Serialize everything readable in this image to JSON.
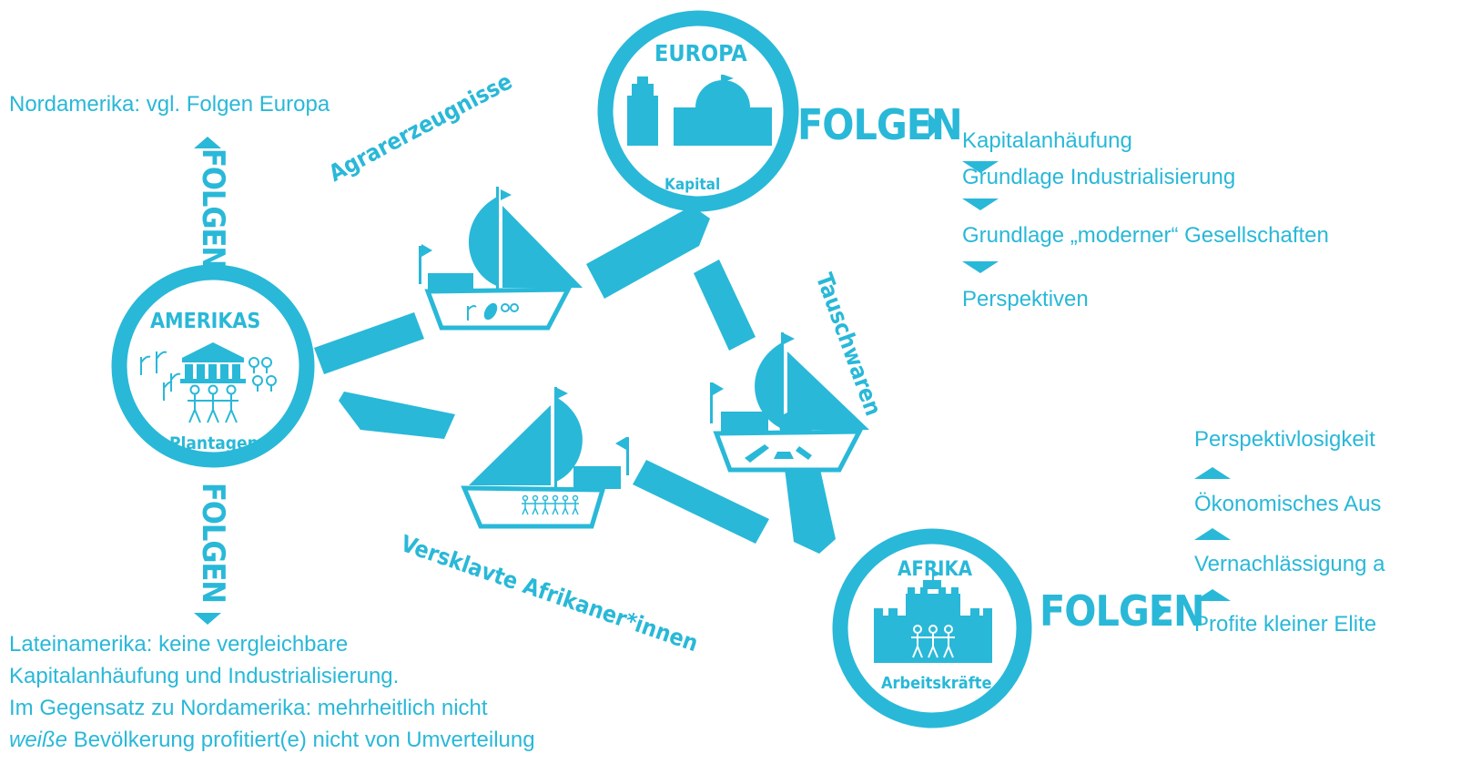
{
  "circles": {
    "europe": {
      "title": "EUROPA",
      "label": "Kapital"
    },
    "americas": {
      "title": "AMERIKAS",
      "label": "Plantagen"
    },
    "africa": {
      "title": "AFRIKA",
      "label": "Arbeitskräfte"
    }
  },
  "routes": {
    "agricultural": "Agrarerzeugnisse",
    "trade_goods": "Tauschwaren",
    "enslaved": "Versklavte Afrikaner*innen"
  },
  "folgen_label": "FOLGEN",
  "europe_consequences": [
    "Kapitalanhäufung",
    "Grundlage Industrialisierung",
    "Grundlage „moderner“ Gesellschaften",
    "Perspektiven"
  ],
  "africa_consequences": [
    "Perspektivlosigkeit",
    "Ökonomisches Aus",
    "Vernachlässigung a",
    "Profite kleiner Elite"
  ],
  "north_america_text": "Nordamerika: vgl. Folgen Europa",
  "latin_america_text": {
    "line1": "Lateinamerika: keine vergleichbare",
    "line2": "Kapitalanhäufung und Industrialisierung.",
    "line3": "Im Gegensatz zu Nordamerika: mehrheitlich nicht",
    "line4_italic": "weiße",
    "line4_rest": " Bevölkerung profitiert(e) nicht von Umverteilung"
  },
  "colors": {
    "accent": "#29b8d8",
    "background": "#ffffff"
  },
  "icons": [
    "factory-icon",
    "domed-building-icon",
    "plantation-house-icon",
    "sugarcane-icon",
    "cotton-icon",
    "enslaved-people-icon",
    "fortress-icon",
    "ship-icon",
    "leaf-icon",
    "gun-icon",
    "bottle-icon",
    "bar-icon"
  ]
}
